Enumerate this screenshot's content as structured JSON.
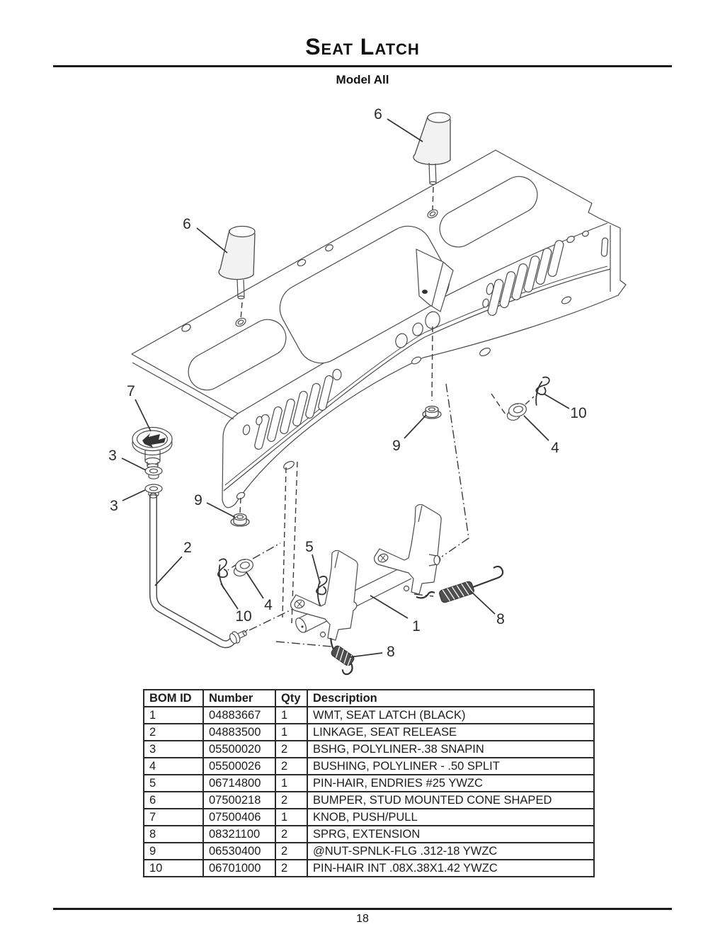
{
  "page": {
    "title": "Seat Latch",
    "subtitle": "Model All",
    "page_number": "18"
  },
  "bom_table": {
    "headers": [
      "BOM ID",
      "Number",
      "Qty",
      "Description"
    ],
    "rows": [
      [
        "1",
        "04883667",
        "1",
        "WMT, SEAT LATCH (BLACK)"
      ],
      [
        "2",
        "04883500",
        "1",
        "LINKAGE, SEAT RELEASE"
      ],
      [
        "3",
        "05500020",
        "2",
        "BSHG, POLYLINER-.38 SNAPIN"
      ],
      [
        "4",
        "05500026",
        "2",
        "BUSHING, POLYLINER - .50 SPLIT"
      ],
      [
        "5",
        "06714800",
        "1",
        "PIN-HAIR, ENDRIES #25 YWZC"
      ],
      [
        "6",
        "07500218",
        "2",
        "BUMPER, STUD MOUNTED CONE SHAPED"
      ],
      [
        "7",
        "07500406",
        "1",
        "KNOB, PUSH/PULL"
      ],
      [
        "8",
        "08321100",
        "2",
        "SPRG, EXTENSION"
      ],
      [
        "9",
        "06530400",
        "2",
        "@NUT-SPNLK-FLG .312-18 YWZC"
      ],
      [
        "10",
        "06701000",
        "2",
        "PIN-HAIR INT .08X.38X1.42 YWZC"
      ]
    ]
  },
  "diagram": {
    "colors": {
      "line": "#4a4a4a",
      "text": "#2a2a2a"
    },
    "callouts": [
      {
        "part": "bumper-right",
        "label": "6"
      },
      {
        "part": "bumper-left",
        "label": "6"
      },
      {
        "part": "knob",
        "label": "7"
      },
      {
        "part": "bushing-snapin-upper",
        "label": "3"
      },
      {
        "part": "bushing-snapin-lower",
        "label": "3"
      },
      {
        "part": "flange-nut-left",
        "label": "9"
      },
      {
        "part": "linkage-rod",
        "label": "2"
      },
      {
        "part": "hair-pin-left",
        "label": "10"
      },
      {
        "part": "bushing-split-left",
        "label": "4"
      },
      {
        "part": "hair-pin-latch",
        "label": "5"
      },
      {
        "part": "seat-latch-weldment",
        "label": "1"
      },
      {
        "part": "spring-right",
        "label": "8"
      },
      {
        "part": "spring-bottom",
        "label": "8"
      },
      {
        "part": "flange-nut-right",
        "label": "9"
      },
      {
        "part": "hair-pin-right",
        "label": "10"
      },
      {
        "part": "bushing-split-right",
        "label": "4"
      }
    ]
  }
}
